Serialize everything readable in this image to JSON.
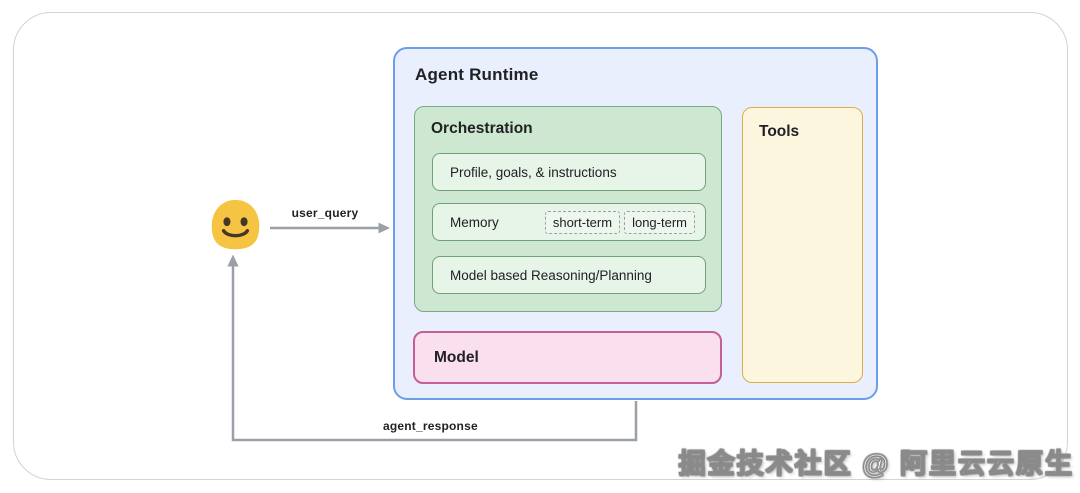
{
  "diagram": {
    "runtime": {
      "title": "Agent Runtime"
    },
    "orchestration": {
      "title": "Orchestration",
      "items": [
        {
          "label": "Profile, goals, & instructions"
        },
        {
          "label": "Memory",
          "chips": [
            "short-term",
            "long-term"
          ]
        },
        {
          "label": "Model based Reasoning/Planning"
        }
      ]
    },
    "model": {
      "title": "Model"
    },
    "tools": {
      "title": "Tools"
    },
    "user": {
      "icon": "smiley-blob-emoji"
    },
    "arrows": {
      "user_query_label": "user_query",
      "agent_response_label": "agent_response"
    }
  },
  "watermark": "掘金技术社区 @ 阿里云云原生",
  "colors": {
    "runtime_fill": "#E9EFFC",
    "runtime_border": "#6D9EEB",
    "orchestration_fill": "#CDE7D0",
    "orchestration_border": "#79A983",
    "item_fill": "#E7F4E8",
    "item_border": "#6FA278",
    "model_fill": "#FAE0EE",
    "model_border": "#C55F95",
    "tools_fill": "#FCF6DF",
    "tools_border": "#DCAE49",
    "arrow_gray": "#9AA0A6",
    "emoji_yellow": "#F6C443",
    "text": "#202124"
  }
}
